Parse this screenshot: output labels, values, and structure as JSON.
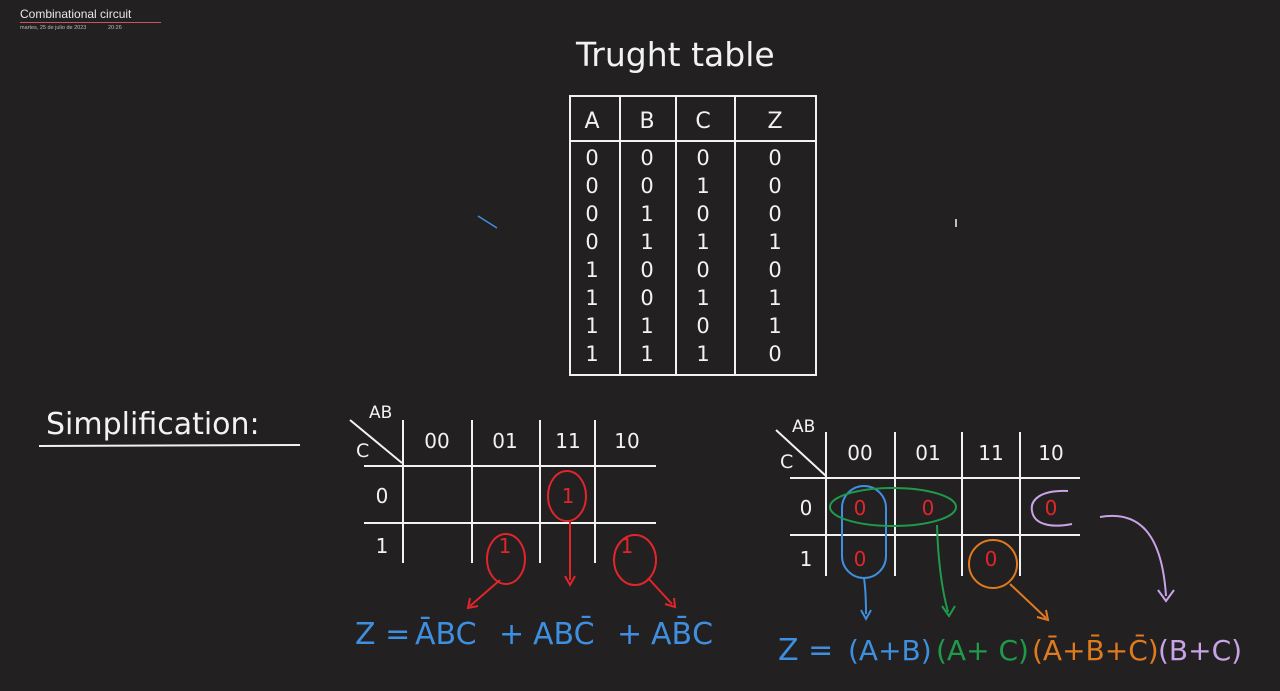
{
  "page": {
    "title": "Combinational circuit",
    "date": "martes, 25 de julio de 2023",
    "time": "20:26"
  },
  "truth_table": {
    "heading": "Trught table",
    "headers": [
      "A",
      "B",
      "C",
      "Z"
    ],
    "rows": [
      [
        "0",
        "0",
        "0",
        "0"
      ],
      [
        "0",
        "0",
        "1",
        "0"
      ],
      [
        "0",
        "1",
        "0",
        "0"
      ],
      [
        "0",
        "1",
        "1",
        "1"
      ],
      [
        "1",
        "0",
        "0",
        "0"
      ],
      [
        "1",
        "0",
        "1",
        "1"
      ],
      [
        "1",
        "1",
        "0",
        "1"
      ],
      [
        "1",
        "1",
        "1",
        "0"
      ]
    ]
  },
  "simplification": {
    "heading": "Simplification:",
    "kmap_left": {
      "row_var": "C",
      "col_var": "AB",
      "col_labels": [
        "00",
        "01",
        "11",
        "10"
      ],
      "row_labels": [
        "0",
        "1"
      ],
      "cells": [
        [
          "",
          "",
          "1",
          ""
        ],
        [
          "",
          "1",
          "",
          "1"
        ]
      ],
      "circle_color": "#e0262b",
      "equation": {
        "lhs": "Z =",
        "terms": [
          {
            "text": "ĀBC"
          },
          {
            "op": "+"
          },
          {
            "text": "ABC̄"
          },
          {
            "op": "+"
          },
          {
            "text": "AB̄C"
          }
        ],
        "color": "#3f8fe0"
      }
    },
    "kmap_right": {
      "row_var": "C",
      "col_var": "AB",
      "col_labels": [
        "00",
        "01",
        "11",
        "10"
      ],
      "row_labels": [
        "0",
        "1"
      ],
      "cells": [
        [
          "0",
          "0",
          "",
          "0"
        ],
        [
          "0",
          "",
          "0",
          ""
        ]
      ],
      "equation": {
        "lhs": "Z =",
        "terms": [
          {
            "text": "(A+B)",
            "color": "#3f8fe0"
          },
          {
            "text": "(A+ C)",
            "color": "#1f9a4a"
          },
          {
            "text": "(Ā+B̄+C̄)",
            "color": "#e07a1f"
          },
          {
            "text": "(B+C)",
            "color": "#c9a3e8"
          }
        ]
      }
    }
  },
  "colors": {
    "ink": "#f2f2f2",
    "red": "#e0262b",
    "blue": "#3f8fe0",
    "green": "#1f9a4a",
    "orange": "#e07a1f",
    "lavender": "#c9a3e8",
    "background": "#222020"
  }
}
